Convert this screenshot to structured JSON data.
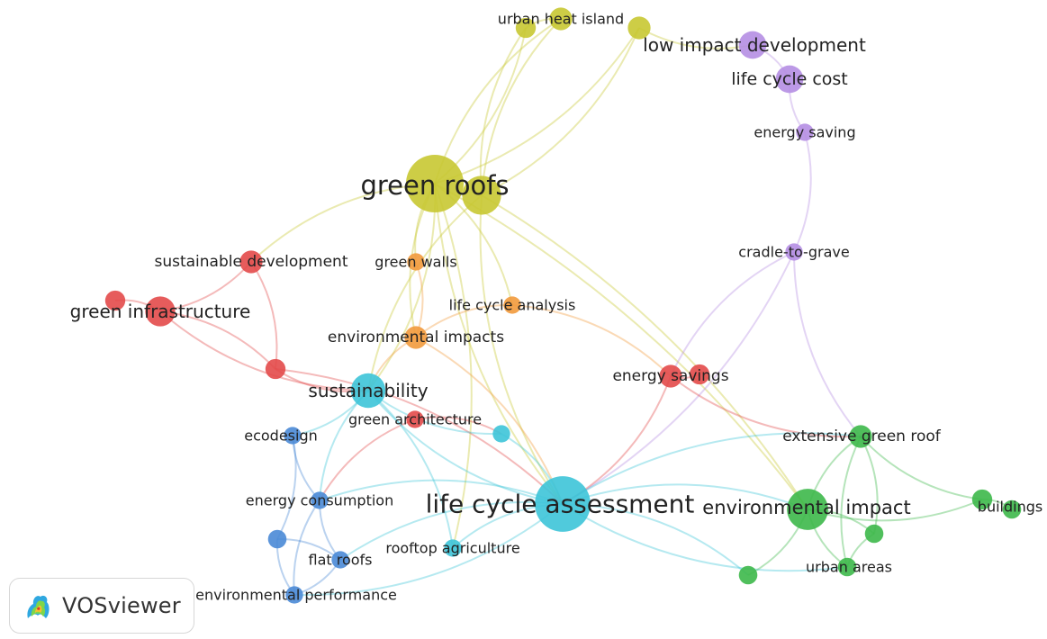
{
  "app": {
    "brand": "VOSviewer"
  },
  "colors": {
    "yellow": "#c8c832",
    "purple": "#b58ee3",
    "red": "#e34a4a",
    "orange": "#f29a3c",
    "cyan": "#3dc4d8",
    "blue": "#4a8ad6",
    "green": "#3db84a"
  },
  "nodes": [
    {
      "id": "green_roofs",
      "label": "green roofs",
      "cluster": "yellow",
      "weight": 1.0
    },
    {
      "id": "urban_heat_island",
      "label": "urban heat island",
      "cluster": "yellow",
      "weight": 0.2
    },
    {
      "id": "yellow_a",
      "label": "",
      "cluster": "yellow",
      "weight": 0.15
    },
    {
      "id": "yellow_b",
      "label": "",
      "cluster": "yellow",
      "weight": 0.2
    },
    {
      "id": "yellow_c",
      "label": "",
      "cluster": "yellow",
      "weight": 0.55
    },
    {
      "id": "low_impact_development",
      "label": "low impact development",
      "cluster": "purple",
      "weight": 0.3
    },
    {
      "id": "life_cycle_cost",
      "label": "life cycle cost",
      "cluster": "purple",
      "weight": 0.3
    },
    {
      "id": "energy_saving",
      "label": "energy saving",
      "cluster": "purple",
      "weight": 0.1
    },
    {
      "id": "cradle_to_grave",
      "label": "cradle-to-grave",
      "cluster": "purple",
      "weight": 0.1
    },
    {
      "id": "sustainable_development",
      "label": "sustainable development",
      "cluster": "red",
      "weight": 0.2
    },
    {
      "id": "green_infrastructure",
      "label": "green infrastructure",
      "cluster": "red",
      "weight": 0.35
    },
    {
      "id": "red_a",
      "label": "",
      "cluster": "red",
      "weight": 0.15
    },
    {
      "id": "red_b",
      "label": "",
      "cluster": "red",
      "weight": 0.15
    },
    {
      "id": "energy_savings",
      "label": "energy savings",
      "cluster": "red",
      "weight": 0.2
    },
    {
      "id": "red_c",
      "label": "",
      "cluster": "red",
      "weight": 0.15
    },
    {
      "id": "green_architecture",
      "label": "green architecture",
      "cluster": "red",
      "weight": 0.1
    },
    {
      "id": "green_walls",
      "label": "green walls",
      "cluster": "orange",
      "weight": 0.1
    },
    {
      "id": "life_cycle_analysis",
      "label": "life cycle analysis",
      "cluster": "orange",
      "weight": 0.1
    },
    {
      "id": "environmental_impacts",
      "label": "environmental impacts",
      "cluster": "orange",
      "weight": 0.2
    },
    {
      "id": "sustainability",
      "label": "sustainability",
      "cluster": "cyan",
      "weight": 0.45
    },
    {
      "id": "cyan_a",
      "label": "",
      "cluster": "cyan",
      "weight": 0.1
    },
    {
      "id": "life_cycle_assessment",
      "label": "life cycle assessment",
      "cluster": "cyan",
      "weight": 0.95
    },
    {
      "id": "rooftop_agriculture",
      "label": "rooftop agriculture",
      "cluster": "cyan",
      "weight": 0.1
    },
    {
      "id": "ecodesign",
      "label": "ecodesign",
      "cluster": "blue",
      "weight": 0.1
    },
    {
      "id": "energy_consumption",
      "label": "energy consumption",
      "cluster": "blue",
      "weight": 0.1
    },
    {
      "id": "blue_a",
      "label": "",
      "cluster": "blue",
      "weight": 0.12
    },
    {
      "id": "flat_roofs",
      "label": "flat roofs",
      "cluster": "blue",
      "weight": 0.1
    },
    {
      "id": "environmental_performance",
      "label": "environmental performance",
      "cluster": "blue",
      "weight": 0.1
    },
    {
      "id": "environmental_impact",
      "label": "environmental impact",
      "cluster": "green",
      "weight": 0.6
    },
    {
      "id": "extensive_green_roof",
      "label": "extensive green roof",
      "cluster": "green",
      "weight": 0.2
    },
    {
      "id": "buildings",
      "label": "buildings",
      "cluster": "green",
      "weight": 0.15
    },
    {
      "id": "green_a",
      "label": "",
      "cluster": "green",
      "weight": 0.12
    },
    {
      "id": "urban_areas",
      "label": "urban areas",
      "cluster": "green",
      "weight": 0.12
    },
    {
      "id": "green_b",
      "label": "",
      "cluster": "green",
      "weight": 0.12
    },
    {
      "id": "green_c",
      "label": "",
      "cluster": "green",
      "weight": 0.12
    }
  ],
  "links": [
    [
      "green_roofs",
      "yellow_a"
    ],
    [
      "green_roofs",
      "urban_heat_island"
    ],
    [
      "green_roofs",
      "yellow_b"
    ],
    [
      "yellow_c",
      "yellow_a"
    ],
    [
      "yellow_c",
      "yellow_b"
    ],
    [
      "yellow_c",
      "urban_heat_island"
    ],
    [
      "yellow_b",
      "low_impact_development"
    ],
    [
      "yellow_a",
      "urban_heat_island"
    ],
    [
      "green_roofs",
      "green_walls"
    ],
    [
      "green_roofs",
      "life_cycle_analysis"
    ],
    [
      "green_roofs",
      "environmental_impacts"
    ],
    [
      "green_roofs",
      "sustainability"
    ],
    [
      "green_roofs",
      "life_cycle_assessment"
    ],
    [
      "green_roofs",
      "environmental_impact"
    ],
    [
      "green_roofs",
      "sustainable_development"
    ],
    [
      "green_roofs",
      "rooftop_agriculture"
    ],
    [
      "yellow_c",
      "life_cycle_assessment"
    ],
    [
      "yellow_c",
      "environmental_impact"
    ],
    [
      "yellow_c",
      "sustainability"
    ],
    [
      "low_impact_development",
      "life_cycle_cost"
    ],
    [
      "life_cycle_cost",
      "energy_saving"
    ],
    [
      "energy_saving",
      "cradle_to_grave"
    ],
    [
      "cradle_to_grave",
      "energy_savings"
    ],
    [
      "cradle_to_grave",
      "life_cycle_assessment"
    ],
    [
      "cradle_to_grave",
      "extensive_green_roof"
    ],
    [
      "sustainable_development",
      "green_infrastructure"
    ],
    [
      "green_infrastructure",
      "red_a"
    ],
    [
      "green_infrastructure",
      "red_b"
    ],
    [
      "green_infrastructure",
      "sustainability"
    ],
    [
      "sustainable_development",
      "red_b"
    ],
    [
      "red_b",
      "sustainability"
    ],
    [
      "red_b",
      "life_cycle_assessment"
    ],
    [
      "energy_savings",
      "red_c"
    ],
    [
      "energy_savings",
      "life_cycle_assessment"
    ],
    [
      "energy_savings",
      "extensive_green_roof"
    ],
    [
      "green_architecture",
      "cyan_a"
    ],
    [
      "green_architecture",
      "energy_consumption"
    ],
    [
      "green_walls",
      "environmental_impacts"
    ],
    [
      "life_cycle_analysis",
      "environmental_impacts"
    ],
    [
      "life_cycle_analysis",
      "energy_savings"
    ],
    [
      "environmental_impacts",
      "sustainability"
    ],
    [
      "environmental_impacts",
      "life_cycle_assessment"
    ],
    [
      "sustainability",
      "life_cycle_assessment"
    ],
    [
      "sustainability",
      "ecodesign"
    ],
    [
      "sustainability",
      "cyan_a"
    ],
    [
      "sustainability",
      "rooftop_agriculture"
    ],
    [
      "sustainability",
      "energy_consumption"
    ],
    [
      "cyan_a",
      "life_cycle_assessment"
    ],
    [
      "life_cycle_assessment",
      "rooftop_agriculture"
    ],
    [
      "life_cycle_assessment",
      "environmental_impact"
    ],
    [
      "life_cycle_assessment",
      "flat_roofs"
    ],
    [
      "life_cycle_assessment",
      "environmental_performance"
    ],
    [
      "life_cycle_assessment",
      "energy_consumption"
    ],
    [
      "life_cycle_assessment",
      "extensive_green_roof"
    ],
    [
      "life_cycle_assessment",
      "urban_areas"
    ],
    [
      "life_cycle_assessment",
      "green_c"
    ],
    [
      "ecodesign",
      "energy_consumption"
    ],
    [
      "ecodesign",
      "blue_a"
    ],
    [
      "energy_consumption",
      "flat_roofs"
    ],
    [
      "blue_a",
      "flat_roofs"
    ],
    [
      "blue_a",
      "environmental_performance"
    ],
    [
      "flat_roofs",
      "environmental_performance"
    ],
    [
      "energy_consumption",
      "environmental_performance"
    ],
    [
      "environmental_impact",
      "extensive_green_roof"
    ],
    [
      "environmental_impact",
      "buildings"
    ],
    [
      "environmental_impact",
      "green_a"
    ],
    [
      "environmental_impact",
      "urban_areas"
    ],
    [
      "environmental_impact",
      "green_c"
    ],
    [
      "extensive_green_roof",
      "buildings"
    ],
    [
      "extensive_green_roof",
      "green_a"
    ],
    [
      "green_a",
      "urban_areas"
    ],
    [
      "buildings",
      "green_b"
    ],
    [
      "extensive_green_roof",
      "urban_areas"
    ]
  ]
}
